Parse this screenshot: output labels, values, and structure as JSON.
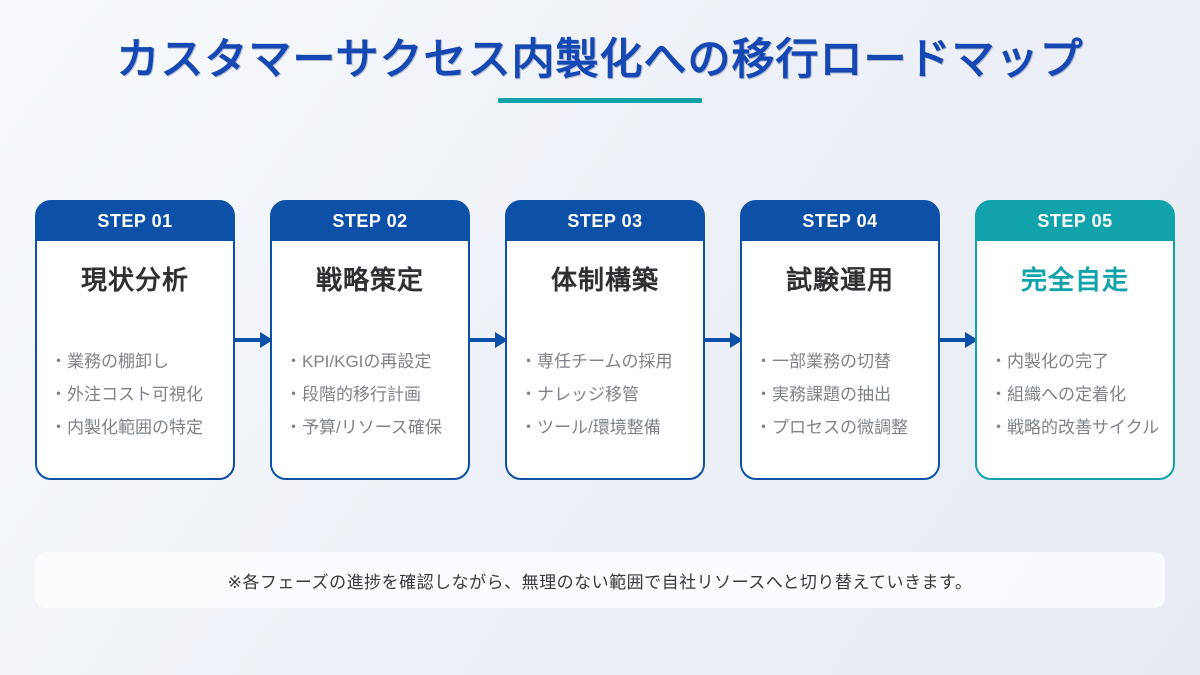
{
  "header": {
    "title": "カスタマーサクセス内製化への移行ロードマップ"
  },
  "steps": [
    {
      "step_label": "STEP 01",
      "title": "現状分析",
      "bullets": [
        "・業務の棚卸し",
        "・外注コスト可視化",
        "・内製化範囲の特定"
      ],
      "highlight": false
    },
    {
      "step_label": "STEP 02",
      "title": "戦略策定",
      "bullets": [
        "・KPI/KGIの再設定",
        "・段階的移行計画",
        "・予算/リソース確保"
      ],
      "highlight": false
    },
    {
      "step_label": "STEP 03",
      "title": "体制構築",
      "bullets": [
        "・専任チームの採用",
        "・ナレッジ移管",
        "・ツール/環境整備"
      ],
      "highlight": false
    },
    {
      "step_label": "STEP 04",
      "title": "試験運用",
      "bullets": [
        "・一部業務の切替",
        "・実務課題の抽出",
        "・プロセスの微調整"
      ],
      "highlight": false
    },
    {
      "step_label": "STEP 05",
      "title": "完全自走",
      "bullets": [
        "・内製化の完了",
        "・組織への定着化",
        "・戦略的改善サイクル"
      ],
      "highlight": true
    }
  ],
  "footnote": "※各フェーズの進捗を確認しながら、無理のない範囲で自社リソースへと切り替えていきます。",
  "colors": {
    "primary_blue": "#0d50a8",
    "title_blue": "#1648b4",
    "accent_teal": "#12a2ab",
    "bullet_gray": "#7e838b"
  }
}
